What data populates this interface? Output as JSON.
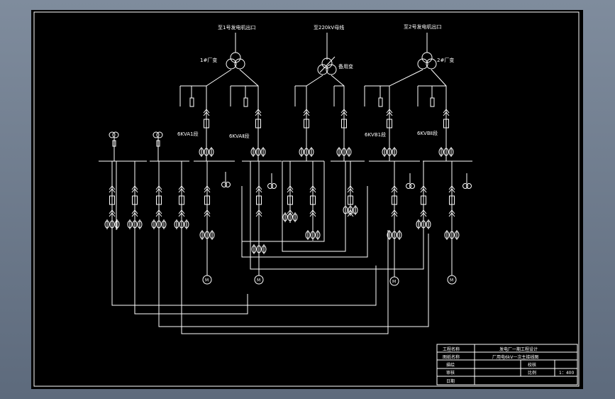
{
  "header": {
    "source_left": "至1号发电机出口",
    "source_mid": "至220kV母线",
    "source_right": "至2号发电机出口"
  },
  "transformers": {
    "left": "1#厂变",
    "mid": "备用变",
    "right": "2#厂变"
  },
  "buses": {
    "a1": "6KVA1段",
    "a2": "6KVAⅡ段",
    "b1": "6KVB1段",
    "b2": "6KVBⅡ段"
  },
  "motor_symbol": "M",
  "title_block": {
    "row1_label": "工程名称",
    "row1_value": "发电厂一期工程设计",
    "row2_label": "图纸名称",
    "row2_value": "厂用电6kV一次主接线图",
    "row3_label": "描绘",
    "row3_extra_label": "校核",
    "row4_label": "审核",
    "row4_extra_label": "比例",
    "row4_extra_value": "1：400",
    "row5_label": "日期"
  }
}
